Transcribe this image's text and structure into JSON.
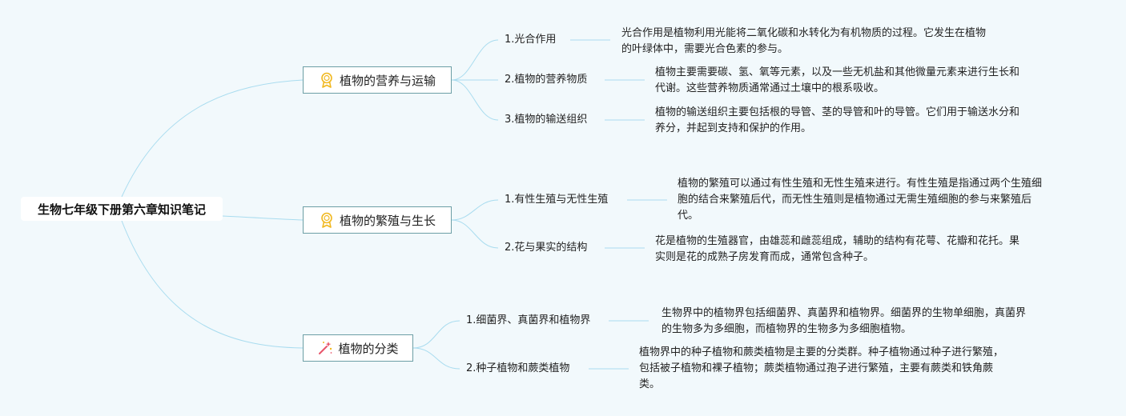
{
  "root": {
    "title": "生物七年级下册第六章知识笔记"
  },
  "branches": [
    {
      "title": "植物的营养与运输",
      "icon": "medal-icon",
      "topics": [
        {
          "label": "1.光合作用",
          "desc_lines": [
            "光合作用是植物利用光能将二氧化碳和水转化为有机物质的过程。它发生在植物",
            "的叶绿体中，需要光合色素的参与。"
          ]
        },
        {
          "label": "2.植物的营养物质",
          "desc_lines": [
            "植物主要需要碳、氢、氧等元素，以及一些无机盐和其他微量元素来进行生长和",
            "代谢。这些营养物质通常通过土壤中的根系吸收。"
          ]
        },
        {
          "label": "3.植物的输送组织",
          "desc_lines": [
            "植物的输送组织主要包括根的导管、茎的导管和叶的导管。它们用于输送水分和",
            "养分，并起到支持和保护的作用。"
          ]
        }
      ]
    },
    {
      "title": "植物的繁殖与生长",
      "icon": "medal-icon",
      "topics": [
        {
          "label": "1.有性生殖与无性生殖",
          "desc_lines": [
            "植物的繁殖可以通过有性生殖和无性生殖来进行。有性生殖是指通过两个生殖细",
            "胞的结合来繁殖后代，而无性生殖则是植物通过无需生殖细胞的参与来繁殖后",
            "代。"
          ]
        },
        {
          "label": "2.花与果实的结构",
          "desc_lines": [
            "花是植物的生殖器官，由雄蕊和雌蕊组成，辅助的结构有花萼、花瓣和花托。果",
            "实则是花的成熟子房发育而成，通常包含种子。"
          ]
        }
      ]
    },
    {
      "title": "植物的分类",
      "icon": "magic-wand-icon",
      "topics": [
        {
          "label": "1.细菌界、真菌界和植物界",
          "desc_lines": [
            "生物界中的植物界包括细菌界、真菌界和植物界。细菌界的生物单细胞，真菌界",
            "的生物多为多细胞，而植物界的生物多为多细胞植物。"
          ]
        },
        {
          "label": "2.种子植物和蕨类植物",
          "desc_lines": [
            "植物界中的种子植物和蕨类植物是主要的分类群。种子植物通过种子进行繁殖，",
            "包括被子植物和裸子植物；蕨类植物通过孢子进行繁殖，主要有蕨类和铁角蕨",
            "类。"
          ]
        }
      ]
    }
  ],
  "colors": {
    "background": "#f2f9fc",
    "connector": "#a9dcef",
    "node_border": "#6c9ea5",
    "medal_icon": "#f1b81f",
    "wand_icon": "#e8566b"
  }
}
